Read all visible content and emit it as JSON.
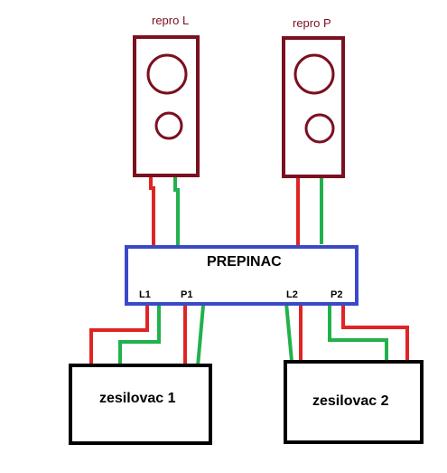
{
  "speakers": [
    {
      "label": "repro L"
    },
    {
      "label": "repro P"
    }
  ],
  "switch": {
    "title": "PREPINAC",
    "ports": [
      "L1",
      "P1",
      "L2",
      "P2"
    ]
  },
  "amplifiers": [
    {
      "label": "zesilovac 1"
    },
    {
      "label": "zesilovac 2"
    }
  ],
  "colors": {
    "speaker_outline": "#7b1020",
    "switch_outline": "#3b49c9",
    "amplifier_outline": "#000000",
    "wire_red": "#e02424",
    "wire_green": "#22b14c",
    "text_speaker": "#7b1020",
    "text_main": "#000000"
  }
}
